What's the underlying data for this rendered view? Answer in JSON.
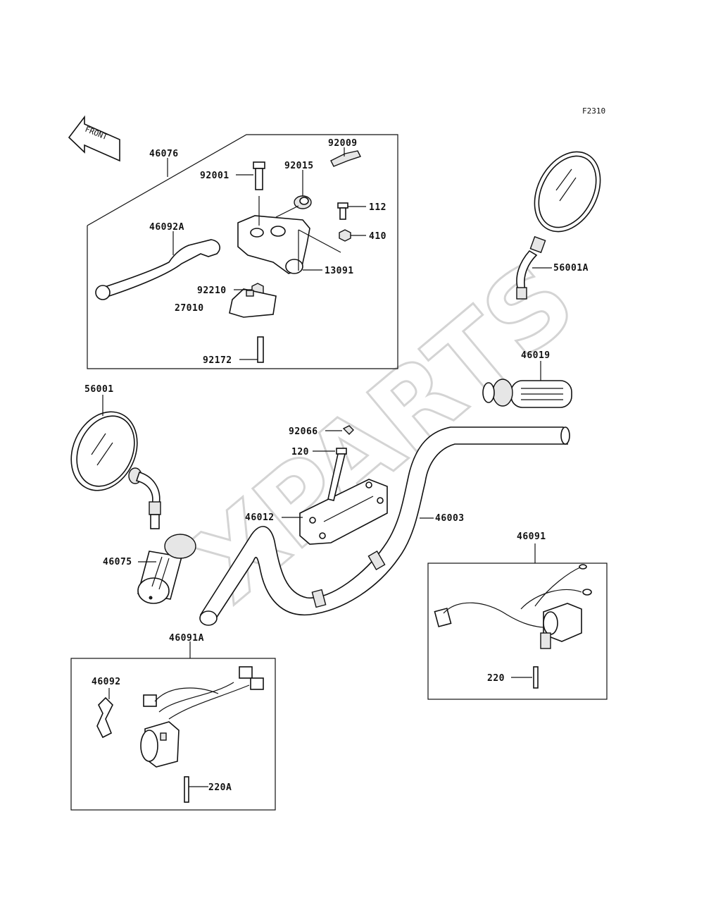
{
  "figure_code": "F2310",
  "watermark": "XPARTS",
  "front_arrow_label": "FRONT",
  "labels": {
    "p46076": "46076",
    "p92009": "92009",
    "p92015": "92015",
    "p92001": "92001",
    "p112": "112",
    "p46092A": "46092A",
    "p410": "410",
    "p13091": "13091",
    "p92210": "92210",
    "p27010": "27010",
    "p92172": "92172",
    "p56001A": "56001A",
    "p46019": "46019",
    "p56001": "56001",
    "p92066": "92066",
    "p120": "120",
    "p46012": "46012",
    "p46003": "46003",
    "p46091": "46091",
    "p46075": "46075",
    "p46091A": "46091A",
    "p46092": "46092",
    "p220": "220",
    "p220A": "220A"
  }
}
